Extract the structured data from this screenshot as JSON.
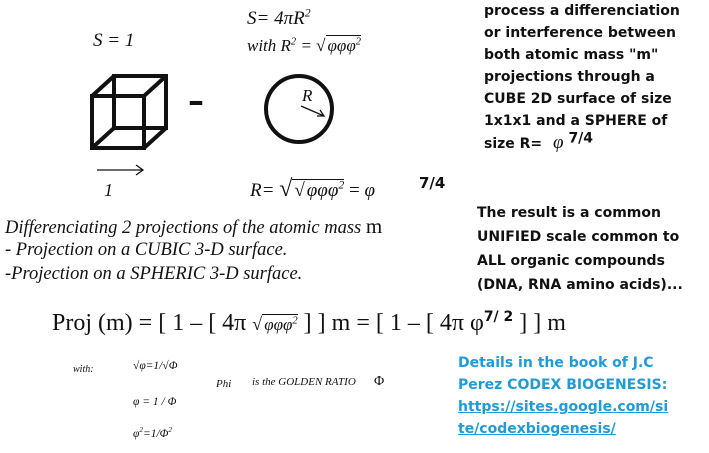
{
  "left": {
    "s_eq_1": "S = 1",
    "area_formula": "S= 4πR",
    "area_exp": "2",
    "with_label": "with R",
    "with_exp": "2",
    "with_eq": "=",
    "with_rad": "φφφ",
    "with_rad_exp": "2",
    "minus": "–",
    "circle_label": "R",
    "vector_label": "1",
    "r_eq_prefix": "R=",
    "r_inner": "φφφ",
    "r_inner_exp": "2",
    "r_eq_mid": "=",
    "r_phi": "φ",
    "r_exp": "7/4",
    "diff_line": "Differenciating 2 projections of the atomic mass",
    "diff_m": "m",
    "bullet1": "- Projection on a CUBIC 3-D surface.",
    "bullet2": "-Projection on a SPHERIC 3-D surface.",
    "proj_lhs": "Proj (m) = [ 1 – [ 4π",
    "proj_rad": "φφφ",
    "proj_rad_exp": "2",
    "proj_mid": "] ] m  =  [ 1 – [ 4π φ",
    "proj_exp": "7/ 2",
    "proj_end": "] ] m",
    "with_small": "with:",
    "sqrt_phi_rel": "φ=1/√Φ",
    "phi_rel": "φ  = 1 / Φ",
    "phi_sq_rel": "φ",
    "phi_sq_exp": "2",
    "phi_sq_rhs": "=1/Φ",
    "phi_sq_rhs_exp": "2",
    "phi_word": "Phi",
    "golden": "is the GOLDEN RATIO",
    "golden_sym": "Φ"
  },
  "right": {
    "para1_lines": [
      "process a differenciation",
      "or interference between",
      "both atomic mass \"m\"",
      "projections through a",
      "CUBE 2D surface of size",
      "1x1x1 and a SPHERE of"
    ],
    "para1_last": "size R=",
    "para1_phi": "φ",
    "para1_exp": "7/4",
    "para2_lines": [
      "The result is a common",
      "UNIFIED scale common to",
      "ALL organic compounds",
      "(DNA, RNA amino acids)..."
    ],
    "details_lines": [
      "Details in the book of J.C",
      "Perez CODEX BIOGENESIS:"
    ],
    "url_lines": [
      "https://sites.google.com/si",
      "te/codexbiogenesis/"
    ]
  },
  "colors": {
    "text": "#111111",
    "link": "#1f9bd7",
    "background": "#ffffff"
  }
}
